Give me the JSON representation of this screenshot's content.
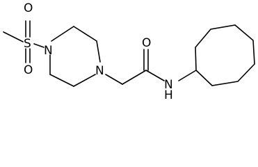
{
  "molecule": {
    "atoms": {
      "s": "S",
      "o_top": "O",
      "o_bottom": "O",
      "n_sulfonyl": "N",
      "n_ring": "N",
      "o_carbonyl": "O",
      "nh": "N",
      "h": "H"
    }
  }
}
